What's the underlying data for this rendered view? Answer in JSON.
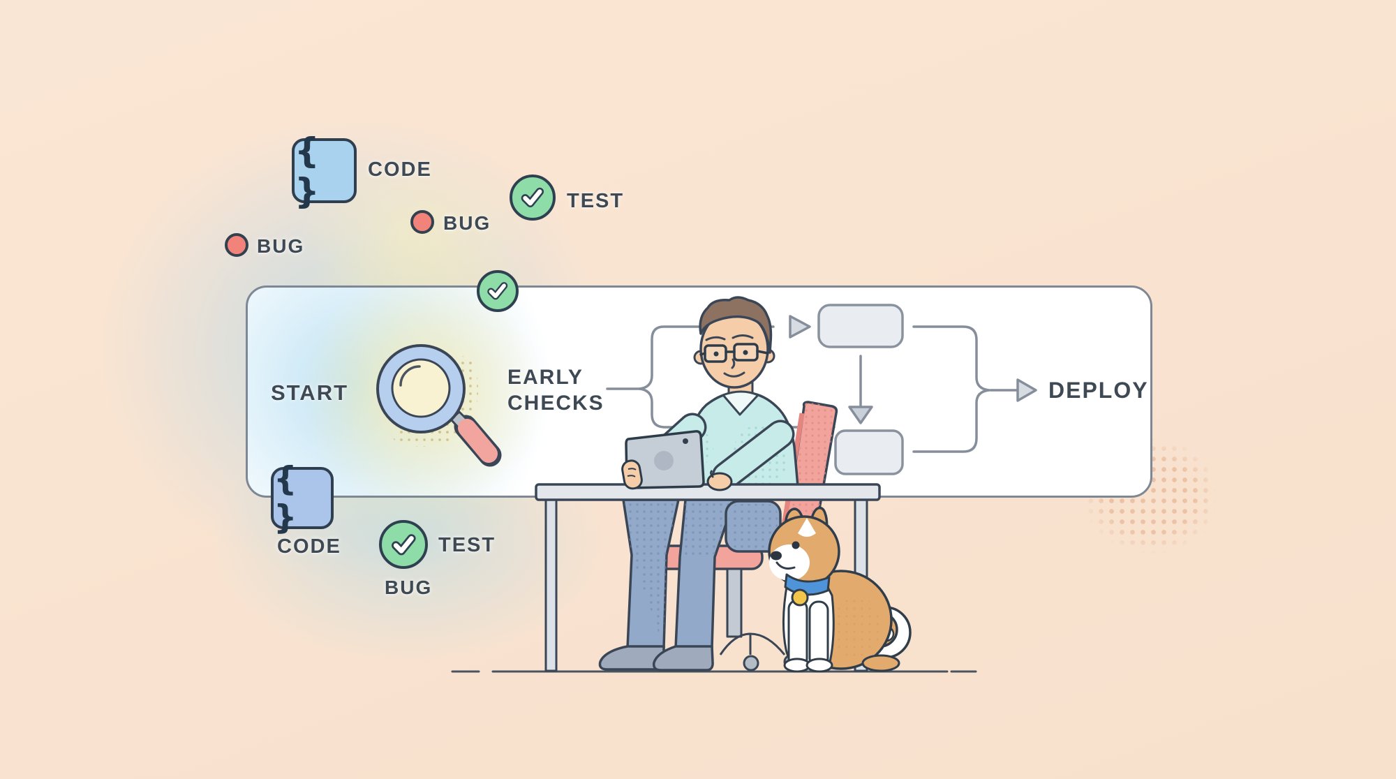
{
  "scene": {
    "description": "Shift-left testing concept illustration: developer with tablet and dog beside an early-checks pipeline",
    "background_color": "#f9e3d1"
  },
  "pipeline": {
    "start": "START",
    "early_checks": "EARLY CHECKS",
    "deploy": "DEPLOY"
  },
  "floating_badges": {
    "code_glyph": "{ }",
    "code_top": "CODE",
    "test_top": "TEST",
    "bug_upper": "BUG",
    "bug_left": "BUG",
    "code_bottom": "CODE",
    "test_bottom": "TEST",
    "bug_bottom": "BUG"
  },
  "colors": {
    "background": "#f9e3d1",
    "panel_fill": "#ffffff",
    "panel_border": "#7e8894",
    "outline_dark": "#3a4656",
    "flow_gray": "#858e9a",
    "flow_box_fill": "#e9edf2",
    "code_badge_top": "#a9d2ef",
    "code_badge_bottom": "#aac5e9",
    "test_green": "#8edca7",
    "bug_red": "#f1837b",
    "lens_ring_blue": "#b7cfee",
    "lens_glass_yellow": "#f8f1d2",
    "handle_salmon": "#f2a59f",
    "glow_yellow": "#f7ecba",
    "glow_blue": "#bae1f3",
    "chair_salmon": "#f2a49c",
    "shirt_aqua": "#c7ebe9",
    "pants_blue": "#93a9c9",
    "skin": "#f5cda9",
    "hair_brown": "#8e7261",
    "desk_gray": "#e3e7ec",
    "tablet_gray": "#c5cdd7",
    "dog_tan": "#e3aa6e",
    "collar_blue": "#4f94d8",
    "tag_yellow": "#f3c64b",
    "halftone_peach": "#ecc2a4"
  }
}
